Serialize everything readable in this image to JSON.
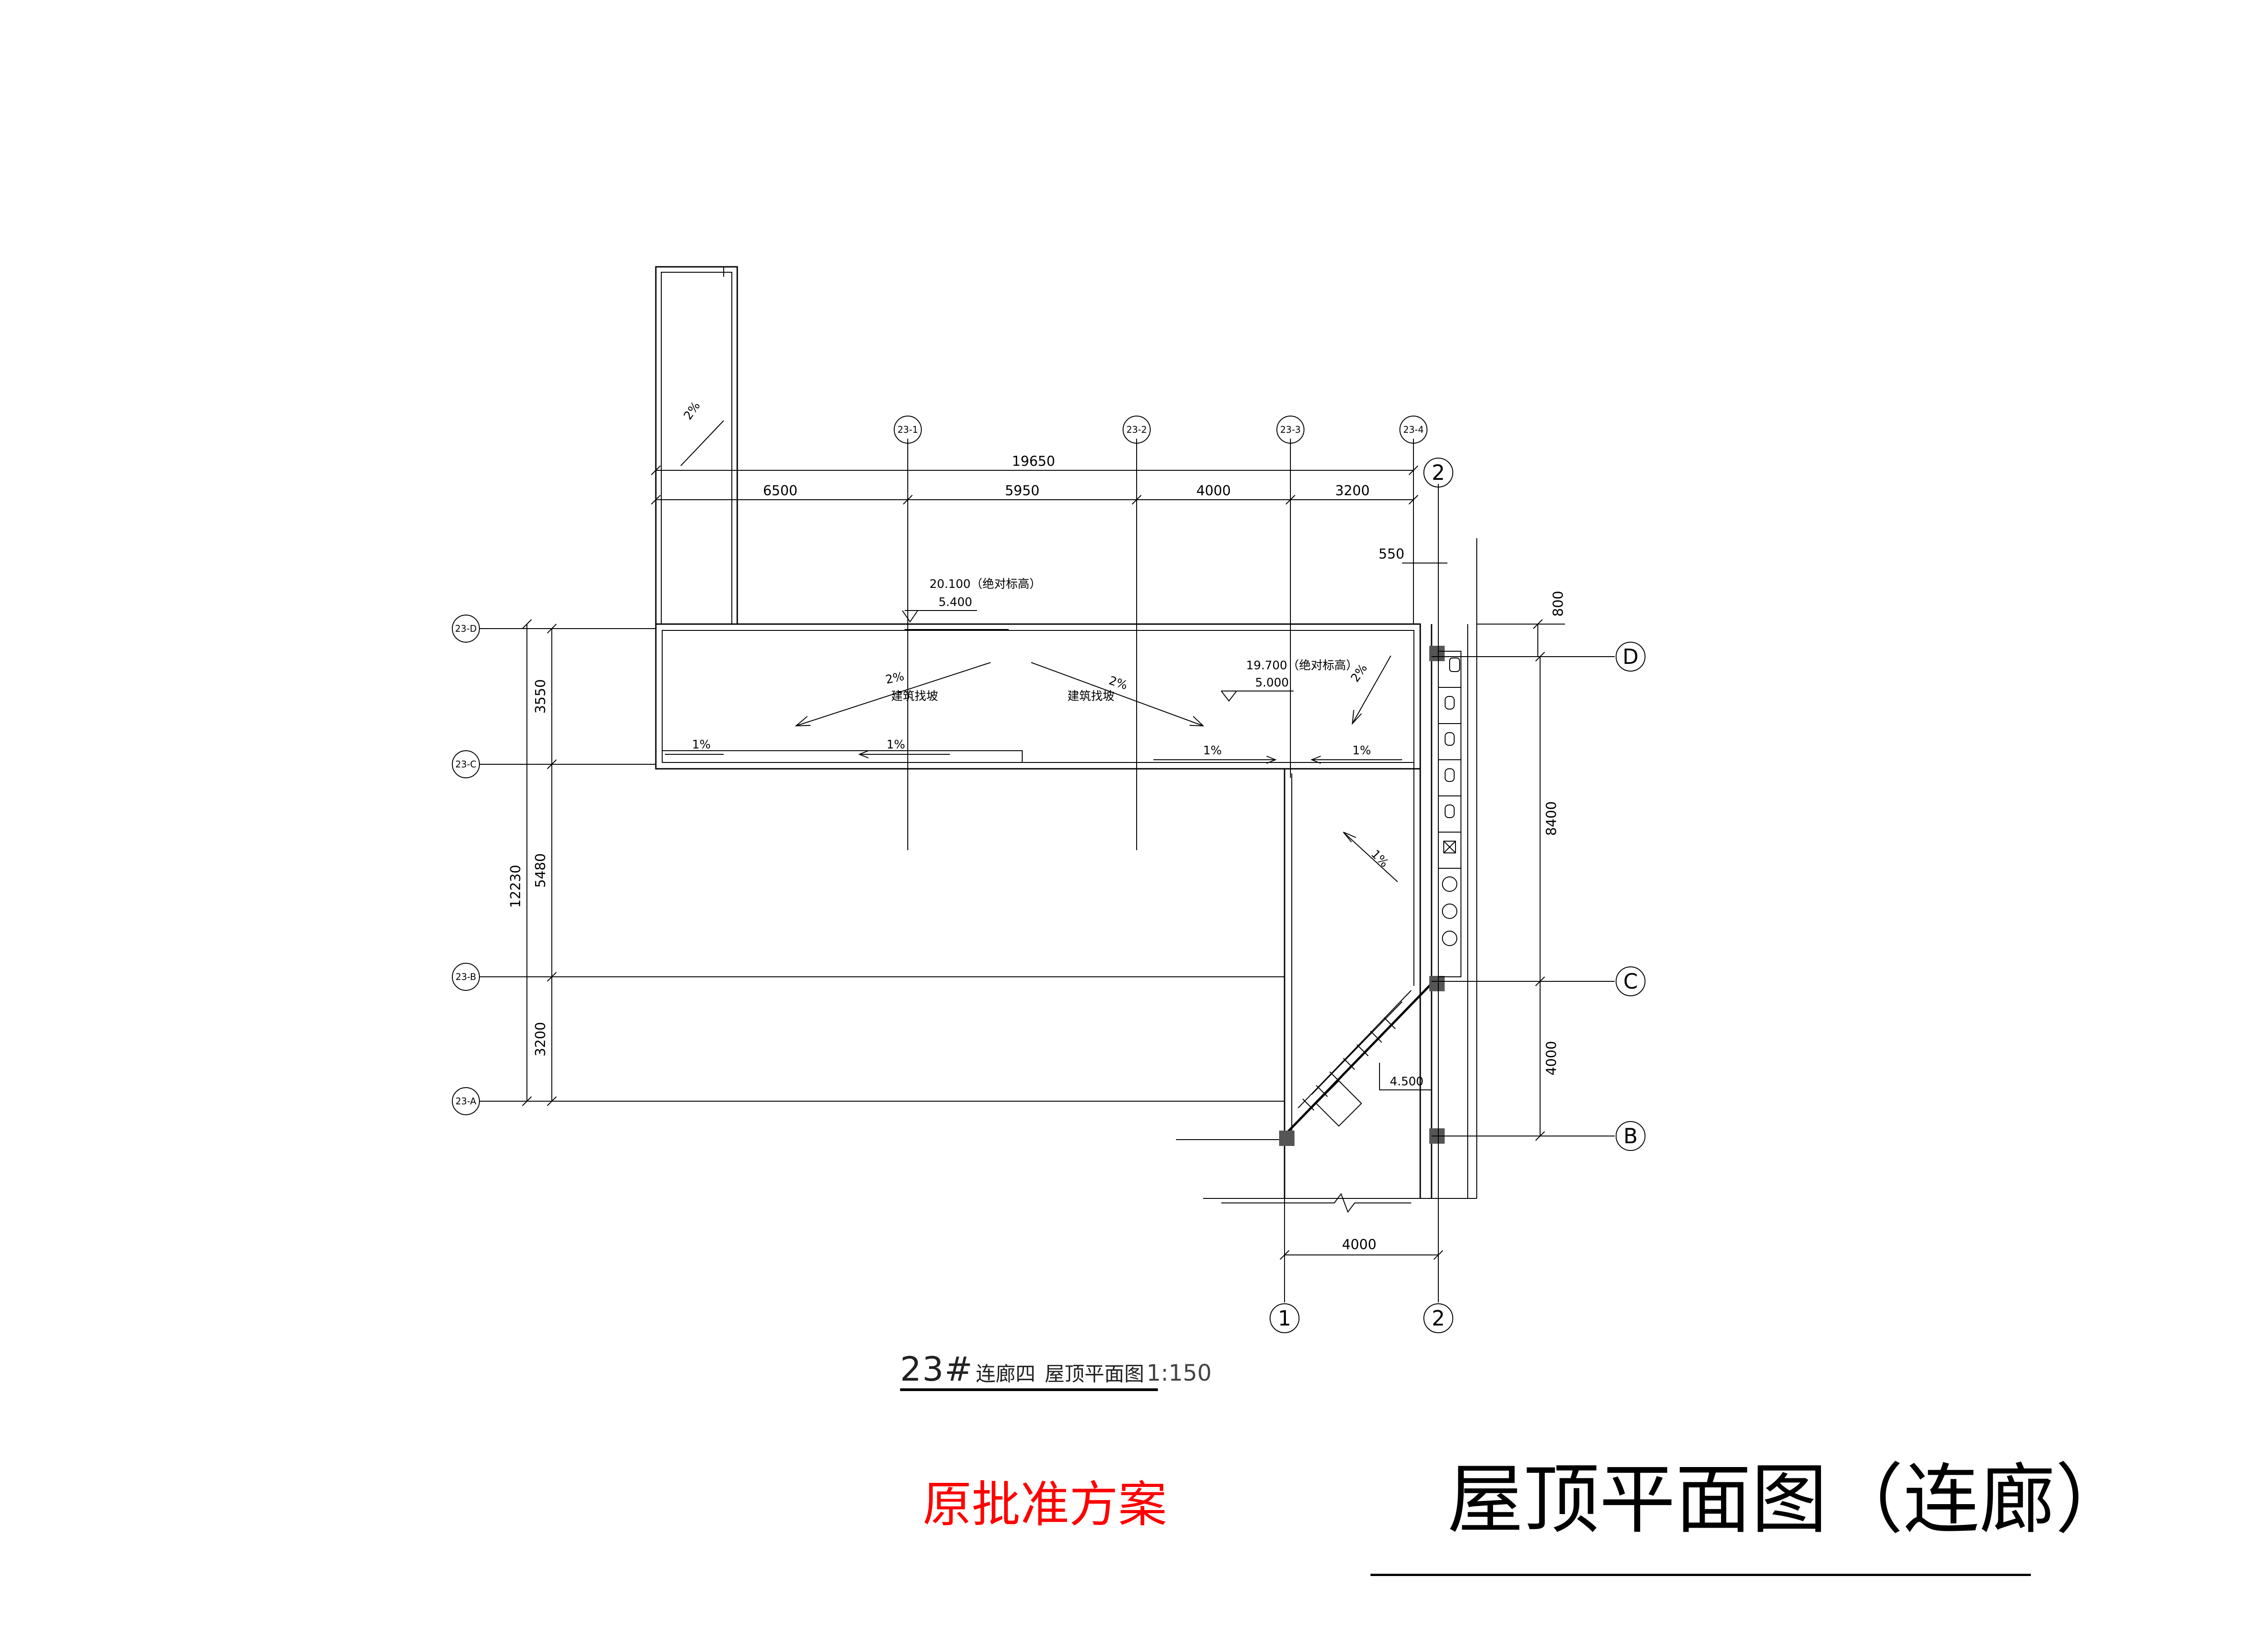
{
  "drawing": {
    "overall_dim": "19650",
    "bay_dims": [
      "6500",
      "5950",
      "4000",
      "3200"
    ],
    "dim_550": "550",
    "dim_800": "800",
    "dim_8400": "8400",
    "dim_4000_right": "4000",
    "dim_4000_bottom": "4000",
    "left_dims": {
      "total": "12230",
      "d3550": "3550",
      "d5480": "5480",
      "d3200": "3200"
    },
    "grid_top": [
      "23-1",
      "23-2",
      "23-3",
      "23-4"
    ],
    "grid_left": [
      "23-D",
      "23-C",
      "23-B",
      "23-A"
    ],
    "grid_right": [
      "D",
      "C",
      "B"
    ],
    "grid_bottom": [
      "1",
      "2"
    ],
    "grid_top_right": "2",
    "elev1_abs": "20.100（绝对标高）",
    "elev1_rel": "5.400",
    "elev2_abs": "19.700（绝对标高）",
    "elev2_rel": "5.000",
    "elev3": "4.500",
    "slope_2pct": "2%",
    "slope_1pct": "1%",
    "slope_note": "建筑找坡"
  },
  "subtitle": {
    "prefix": "23#",
    "name": "连廊四",
    "plan": "屋顶平面图",
    "scale": "1:150"
  },
  "red_title": "原批准方案",
  "main_title": "屋顶平面图（连廊）"
}
